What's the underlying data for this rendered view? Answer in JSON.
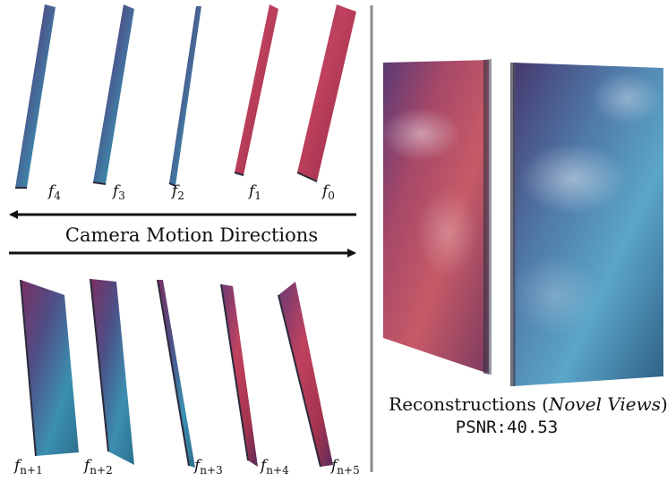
{
  "colors": {
    "teal": "#3b8fb0",
    "magenta": "#c0415e",
    "violet": "#5a3f78",
    "ink": "#111111",
    "divider": "#8c8c8c"
  },
  "top_frames": [
    {
      "base": "f",
      "sub": "4",
      "palette": "blue"
    },
    {
      "base": "f",
      "sub": "3",
      "palette": "blue"
    },
    {
      "base": "f",
      "sub": "2",
      "palette": "blue"
    },
    {
      "base": "f",
      "sub": "1",
      "palette": "red"
    },
    {
      "base": "f",
      "sub": "0",
      "palette": "red"
    }
  ],
  "bottom_frames": [
    {
      "base": "f",
      "sub": "n+1",
      "palette": "blue"
    },
    {
      "base": "f",
      "sub": "n+2",
      "palette": "blue"
    },
    {
      "base": "f",
      "sub": "n+3",
      "palette": "blue"
    },
    {
      "base": "f",
      "sub": "n+4",
      "palette": "red"
    },
    {
      "base": "f",
      "sub": "n+5",
      "palette": "red"
    }
  ],
  "motion": {
    "caption": "Camera Motion Directions",
    "top_arrow": "left",
    "bottom_arrow": "right"
  },
  "reconstruction": {
    "caption_prefix": "Reconstructions (",
    "caption_italic": "Novel Views",
    "caption_suffix": ")",
    "metric_label": "PSNR:",
    "metric_value": "40.53"
  }
}
